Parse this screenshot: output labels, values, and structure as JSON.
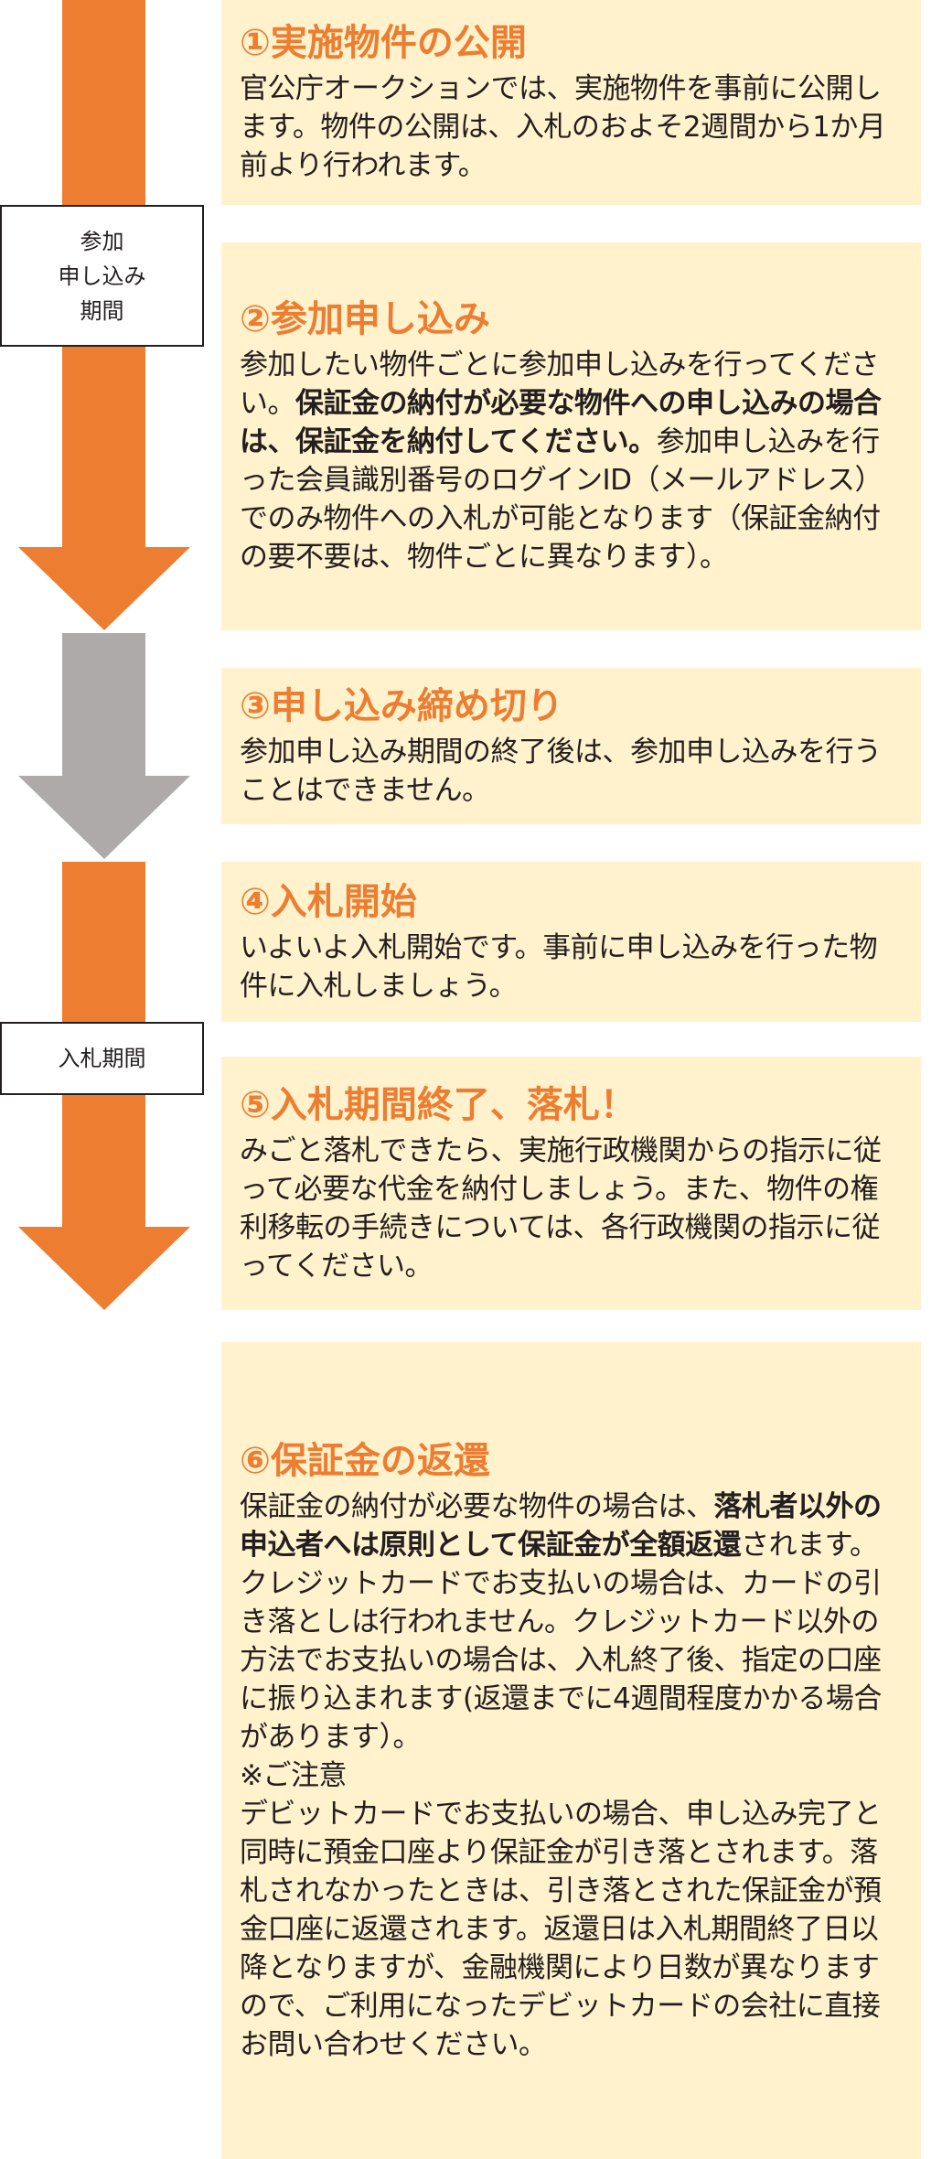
{
  "colors": {
    "accent": "#ed7d31",
    "box_bg": "#fff2cc",
    "gray_arrow": "#aeaaaa"
  },
  "phase_labels": [
    "参加\n申し込み\n期間",
    "入札期間"
  ],
  "steps": [
    {
      "title": "①実施物件の公開",
      "body": [
        {
          "t": "官公庁オークションでは、実施物件を事前に公開します。物件の公開は、入札のおよそ2週間から1か月前より行われます。"
        }
      ]
    },
    {
      "title": "②参加申し込み",
      "body": [
        {
          "t": "参加したい物件ごとに参加申し込みを行ってください。"
        },
        {
          "t": "保証金の納付が必要な物件への申し込みの場合は、保証金を納付してください。",
          "b": true
        },
        {
          "t": "参加申し込みを行った会員識別番号のログインID（メールアドレス）でのみ物件への入札が可能となります（保証金納付の要不要は、物件ごとに異なります）。"
        }
      ]
    },
    {
      "title": "③申し込み締め切り",
      "body": [
        {
          "t": "参加申し込み期間の終了後は、参加申し込みを行うことはできません。"
        }
      ]
    },
    {
      "title": "④入札開始",
      "body": [
        {
          "t": "いよいよ入札開始です。事前に申し込みを行った物件に入札しましょう。"
        }
      ]
    },
    {
      "title": "⑤入札期間終了、落札！",
      "body": [
        {
          "t": "みごと落札できたら、実施行政機関からの指示に従って必要な代金を納付しましょう。また、物件の権利移転の手続きについては、各行政機関の指示に従ってください。"
        }
      ]
    },
    {
      "title": "⑥保証金の返還",
      "body": [
        {
          "t": "保証金の納付が必要な物件の場合は、"
        },
        {
          "t": "落札者以外の申込者へは原則として保証金が全額返還",
          "b": true
        },
        {
          "t": "されます。クレジットカードでお支払いの場合は、カードの引き落としは行われません。クレジットカード以外の方法でお支払いの場合は、入札終了後、指定の口座に振り込まれます(返還までに4週間程度かかる場合があります）。"
        },
        {
          "t": "\n※ご注意\n"
        },
        {
          "t": "デビットカードでお支払いの場合、申し込み完了と同時に預金口座より保証金が引き落とされます。落札されなかったときは、引き落とされた保証金が預金口座に返還されます。返還日は入札期間終了日以降となりますが、金融機関により日数が異なりますので、ご利用になったデビットカードの会社に直接お問い合わせください。"
        }
      ]
    }
  ]
}
